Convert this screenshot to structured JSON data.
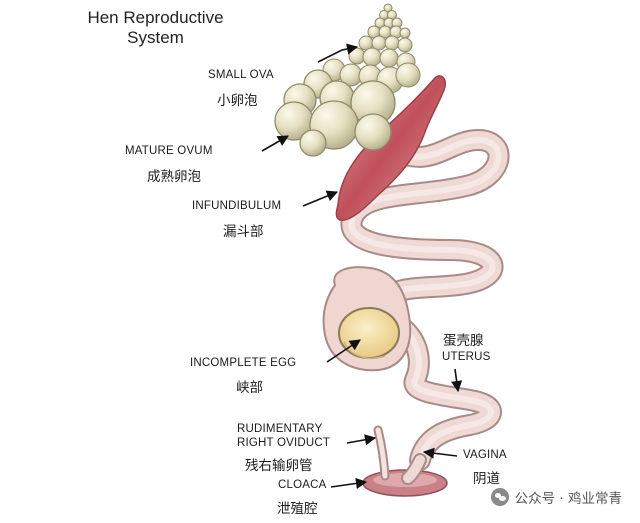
{
  "title": [
    "Hen Reproductive",
    "System"
  ],
  "labels": {
    "small_ova": {
      "en": "SMALL OVA",
      "zh": "小卵泡"
    },
    "mature_ovum": {
      "en": "MATURE OVUM",
      "zh": "成熟卵泡"
    },
    "infundibulum": {
      "en": "INFUNDIBULUM",
      "zh": "漏斗部"
    },
    "incomplete_egg": {
      "en": "INCOMPLETE EGG",
      "zh": "峡部"
    },
    "uterus": {
      "zh": "蛋壳腺",
      "en": "UTERUS"
    },
    "rudimentary_oviduct": {
      "en1": "RUDIMENTARY",
      "en2": "RIGHT OVIDUCT",
      "zh": "残右输卵管"
    },
    "vagina": {
      "en": "VAGINA",
      "zh": "阴道"
    },
    "cloaca": {
      "en": "CLOACA",
      "zh": "泄殖腔"
    }
  },
  "watermark": {
    "text": "公众号 · 鸡业常青",
    "icon": "wechat-icon"
  },
  "colors": {
    "ova_fill": "#e6e1c4",
    "ova_stroke": "#8e8a6c",
    "infundibulum": "#c85a62",
    "oviduct": "#edd3cd",
    "oviduct_stroke": "#a98a86",
    "egg_yolk": "#f2dca0",
    "cloaca": "#cf8a8f"
  }
}
